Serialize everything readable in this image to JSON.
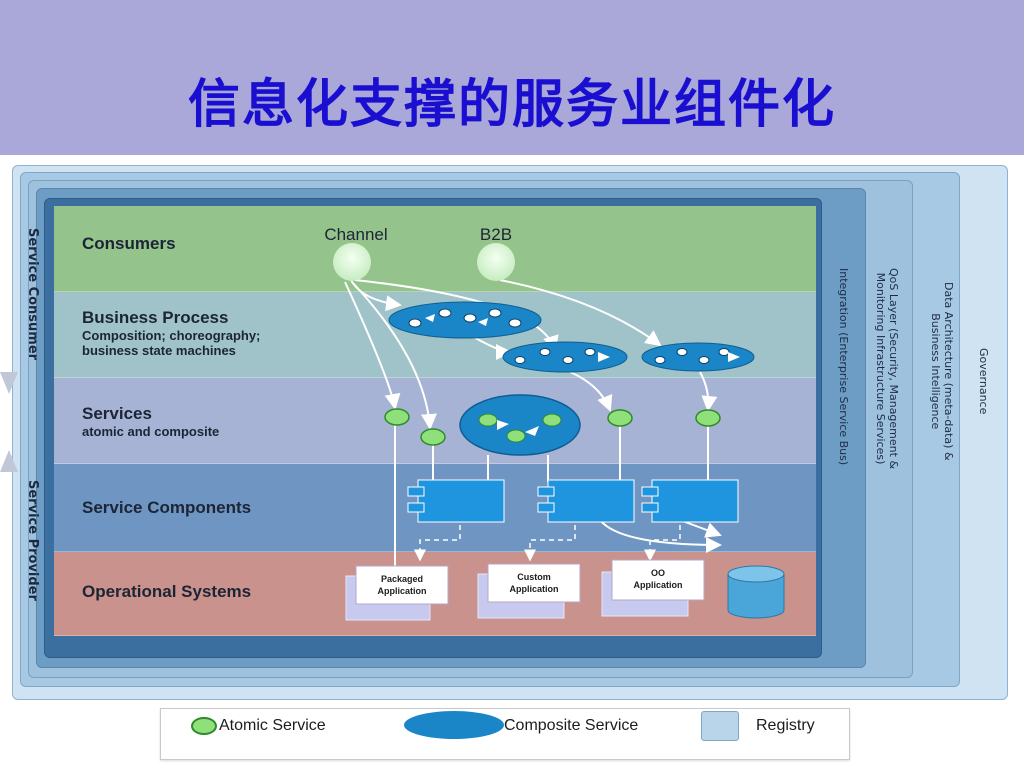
{
  "title": "信息化支撑的服务业组件化",
  "frames": {
    "governance": "Governance",
    "data_architecture": [
      "Data Architecture (meta-data) &",
      "Business Intelligence"
    ],
    "qos": [
      "QoS Layer (Security, Management &",
      "Monitoring Infrastructure Services)"
    ],
    "integration": "Integration (Enterprise Service Bus)"
  },
  "side_labels": {
    "consumer": "Service Consumer",
    "provider": "Service Provider"
  },
  "layers": [
    {
      "title": "Consumers",
      "subtitle": []
    },
    {
      "title": "Business Process",
      "subtitle": [
        "Composition; choreography;",
        "business state machines"
      ]
    },
    {
      "title": "Services",
      "subtitle": [
        "atomic and composite"
      ]
    },
    {
      "title": "Service Components",
      "subtitle": []
    },
    {
      "title": "Operational Systems",
      "subtitle": []
    }
  ],
  "consumers": [
    "Channel",
    "B2B"
  ],
  "applications": [
    [
      "Packaged",
      "Application"
    ],
    [
      "Custom",
      "Application"
    ],
    [
      "OO",
      "Application"
    ]
  ],
  "legend": {
    "atomic": "Atomic Service",
    "composite": "Composite Service",
    "registry": "Registry"
  },
  "colors": {
    "title": "#1a0fd0",
    "atomic_service": "#8fe07a",
    "composite_service": "#1a86c8"
  }
}
